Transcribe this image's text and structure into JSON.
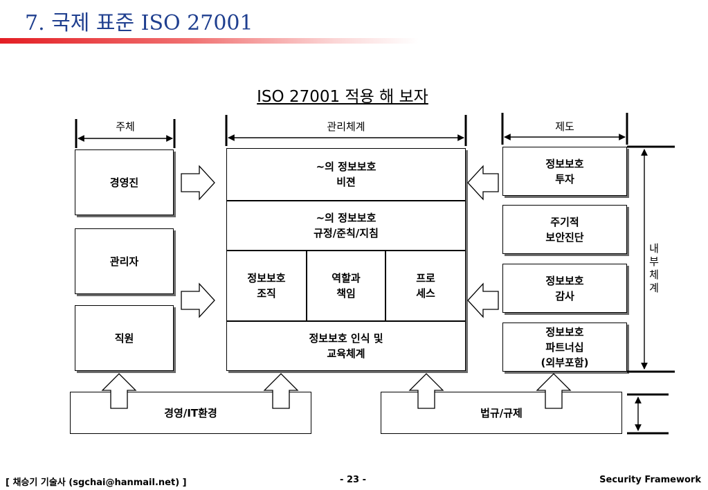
{
  "header": {
    "title": "7. 국제 표준 ISO 27001"
  },
  "diagram": {
    "title": "ISO 27001 적용 해 보자",
    "columns": {
      "subject": "주체",
      "management": "관리체계",
      "system": "제도"
    },
    "subjects": [
      "경영진",
      "관리자",
      "직원"
    ],
    "management": {
      "vision": "~의 정보보호\n비젼",
      "rules": "~의 정보보호\n규정/준칙/지침",
      "org": "정보보호\n조직",
      "roles": "역할과\n책임",
      "process": "프로\n세스",
      "education": "정보보호 인식 및\n교육체계"
    },
    "systems": [
      "정보보호\n투자",
      "주기적\n보안진단",
      "정보보호\n감사",
      "정보보호\n파트너십\n(외부포함)"
    ],
    "internal_label": "내\n부\n체\n계",
    "environment": {
      "left": "경영/IT환경",
      "right": "법규/규제"
    }
  },
  "footer": {
    "author": "[ 채승기 기술사 (sgchai@hanmail.net) ]",
    "page": "- 23 -",
    "doc": "Security Framework"
  }
}
